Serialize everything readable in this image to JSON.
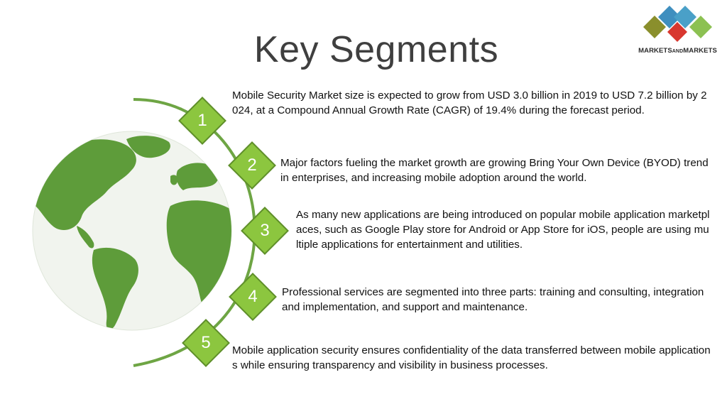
{
  "slide": {
    "title": "Key Segments",
    "brand_name_1": "MARKETS",
    "brand_name_2": "AND",
    "brand_name_3": "MARKETS",
    "accent_color": "#5e9c3a",
    "points": [
      {
        "number": "1",
        "text": "Mobile Security Market size is expected to grow from USD 3.0 billion in 2019 to USD 7.2 billion by 2024, at a Compound Annual Growth Rate (CAGR) of 19.4% during the forecast period."
      },
      {
        "number": "2",
        "text": "Major factors fueling the market growth are growing Bring Your Own Device (BYOD) trend in enterprises, and increasing mobile adoption around the world."
      },
      {
        "number": "3",
        "text": "As many new applications are being introduced on popular mobile application marketplaces, such as Google Play store for Android or App Store for iOS, people are using multiple applications for entertainment and utilities."
      },
      {
        "number": "4",
        "text": "Professional services are segmented into three parts: training and consulting, integration and implementation, and support and maintenance."
      },
      {
        "number": "5",
        "text": "Mobile application security ensures confidentiality of the data transferred between mobile applications while ensuring transparency and visibility in business processes."
      }
    ]
  }
}
